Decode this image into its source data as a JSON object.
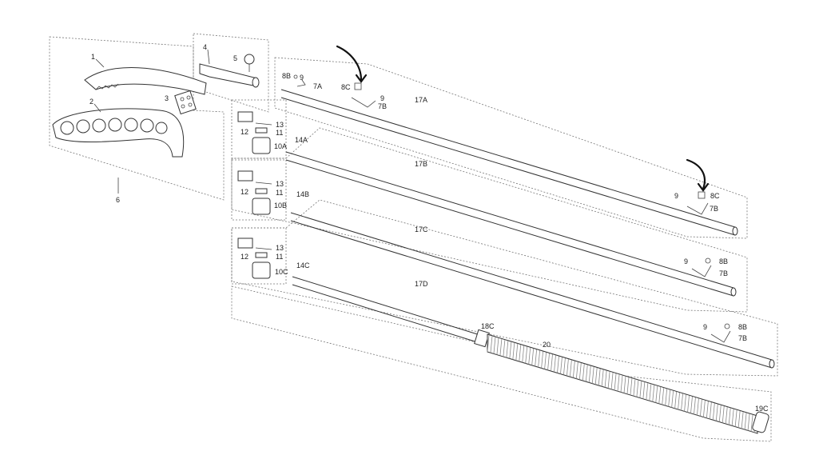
{
  "colors": {
    "line": "#333333",
    "dash": "#777777",
    "arrow": "#111111",
    "spring": "#888888"
  },
  "labels": {
    "p1": "1",
    "p2": "2",
    "p3": "3",
    "p4": "4",
    "p5": "5",
    "p6": "6",
    "p8B_top": "8B",
    "p9_top": "9",
    "p7A": "7A",
    "p8C_top": "8C",
    "p9_mid": "9",
    "p7B_top": "7B",
    "p17A": "17A",
    "p13a": "13",
    "p12a": "12",
    "p11a": "11",
    "p10A": "10A",
    "p14A": "14A",
    "p17B": "17B",
    "p9_r1": "9",
    "p8C_r1": "8C",
    "p7B_r1": "7B",
    "p13b": "13",
    "p12b": "12",
    "p11b": "11",
    "p10B": "10B",
    "p14B": "14B",
    "p17C": "17C",
    "p9_r2": "9",
    "p8B_r2": "8B",
    "p7B_r2": "7B",
    "p13c": "13",
    "p12c": "12",
    "p11c": "11",
    "p10C": "10C",
    "p14C": "14C",
    "p17D": "17D",
    "p9_r3": "9",
    "p8B_r3": "8B",
    "p7B_r3": "7B",
    "p18C": "18C",
    "p20": "20",
    "p19C": "19C"
  }
}
